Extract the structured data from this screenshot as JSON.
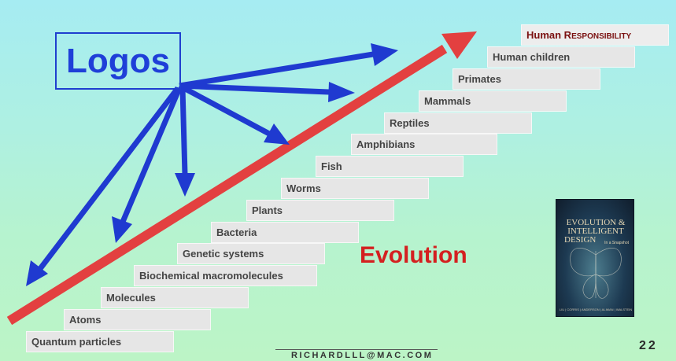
{
  "slide": {
    "logos": "Logos",
    "evolution": "Evolution",
    "steps": [
      "Quantum particles",
      "Atoms",
      "Molecules",
      "Biochemical macromolecules",
      "Genetic systems",
      "Bacteria",
      "Plants",
      "Worms",
      "Fish",
      "Amphibians",
      "Reptiles",
      "Mammals",
      "Primates",
      "Human children"
    ],
    "top_step": {
      "first": "Human R",
      "rest": "ESPONSIBILITY"
    },
    "book": {
      "title_line1": "EVOLUTION &",
      "title_line2": "INTELLIGENT",
      "title_line3": "DESIGN",
      "subtitle": "In a Snapshot",
      "authors": "LIU | CORRIS | ANDERSON | ALIMAN | WALSTEIN"
    },
    "footer_email": "RICHARDLLL@MAC.COM",
    "page_number": "22",
    "colors": {
      "logos_blue": "#1f3fd8",
      "evolution_red": "#d42020",
      "arrow_red": "#e34040"
    }
  }
}
